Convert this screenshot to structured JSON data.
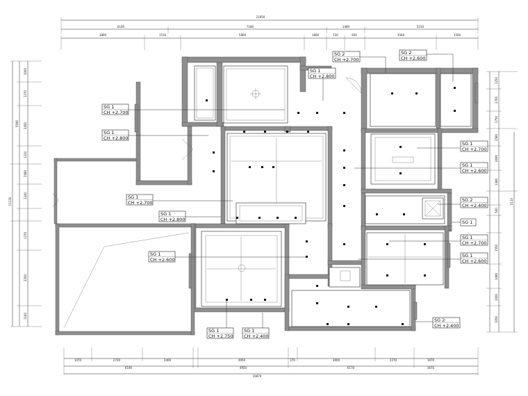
{
  "dims": {
    "top_total": "21850",
    "top_mid": [
      "6100",
      "7180",
      "1480",
      "5210"
    ],
    "top_inner": [
      "3890",
      "1510",
      "5800",
      "1800",
      "720",
      "950",
      "3560",
      "1500"
    ],
    "bottom_inner": [
      "1070",
      "2720",
      "2400",
      "4950",
      "370",
      "3600",
      "2270",
      "1670"
    ],
    "bottom_mid": [
      "6190",
      "4950",
      "6170",
      "1670"
    ],
    "bottom_total": "19870",
    "left_inner": [
      "1000",
      "1370",
      "3450",
      "1310",
      "1580",
      "1240",
      "1370",
      "3350",
      "1160"
    ],
    "left_total": "11130",
    "left_mid": "5590",
    "right_inner": [
      "1250",
      "2700",
      "1750",
      "2580",
      "2690",
      "1380",
      "500",
      "1550",
      "1080",
      "1000",
      "1050"
    ],
    "right_total": "5110"
  },
  "tags": [
    {
      "code": "SG 1",
      "value": "CH +2.700"
    },
    {
      "code": "SG 1",
      "value": "CH +2.800"
    },
    {
      "code": "SG 1",
      "value": "CH +2.700"
    },
    {
      "code": "SG 1",
      "value": "CH +2.800"
    },
    {
      "code": "SG 1",
      "value": "CH +2.600"
    },
    {
      "code": "SG 1",
      "value": "CH +2.750"
    },
    {
      "code": "SG 1",
      "value": "CH +2.400"
    },
    {
      "code": "SG 2",
      "value": "CH +2.700"
    },
    {
      "code": "SG 1",
      "value": "CH +2.800"
    },
    {
      "code": "SG 2",
      "value": "CH +2.600"
    },
    {
      "code": "SG 1",
      "value": "CH +2.700"
    },
    {
      "code": "SG 1",
      "value": "CH +2.600"
    },
    {
      "code": "SG 2",
      "value": "CH +2.400"
    },
    {
      "code": "SG 1",
      "value": ""
    },
    {
      "code": "SG 1",
      "value": "CH +2.700"
    },
    {
      "code": "SG 1",
      "value": "CH +2.600"
    },
    {
      "code": "SG 2",
      "value": "CH +2.400"
    }
  ],
  "colors": {
    "wall": "#8e8e8e",
    "line": "#222222",
    "paper": "#ffffff"
  }
}
